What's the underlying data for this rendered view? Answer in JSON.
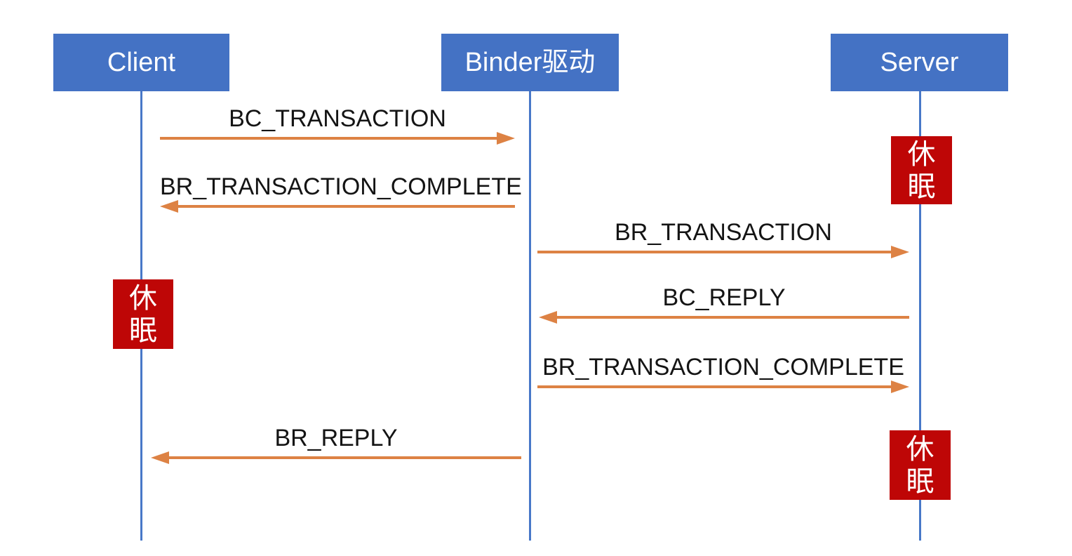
{
  "diagram": {
    "type": "sequence-diagram",
    "colors": {
      "actor_box": "#4472C4",
      "actor_text": "#FFFFFF",
      "lifeline": "#4878C8",
      "arrow": "#DD8244",
      "message_text": "#141414",
      "sleep_box": "#BE0606",
      "sleep_text": "#FFFFFF"
    },
    "actors": [
      {
        "label": "Client"
      },
      {
        "label": "Binder驱动"
      },
      {
        "label": "Server"
      }
    ],
    "messages": [
      {
        "label": "BC_TRANSACTION",
        "from": "Client",
        "to": "Binder驱动",
        "direction": "right"
      },
      {
        "label": "BR_TRANSACTION_COMPLETE",
        "from": "Binder驱动",
        "to": "Client",
        "direction": "left"
      },
      {
        "label": "BR_TRANSACTION",
        "from": "Binder驱动",
        "to": "Server",
        "direction": "right"
      },
      {
        "label": "BC_REPLY",
        "from": "Server",
        "to": "Binder驱动",
        "direction": "left"
      },
      {
        "label": "BR_TRANSACTION_COMPLETE",
        "from": "Binder驱动",
        "to": "Server",
        "direction": "right"
      },
      {
        "label": "BR_REPLY",
        "from": "Binder驱动",
        "to": "Client",
        "direction": "left"
      }
    ],
    "sleep_states": [
      {
        "label": "休眠",
        "actor": "Server",
        "position": "top"
      },
      {
        "label": "休眠",
        "actor": "Client",
        "position": "middle"
      },
      {
        "label": "休眠",
        "actor": "Server",
        "position": "bottom"
      }
    ]
  }
}
